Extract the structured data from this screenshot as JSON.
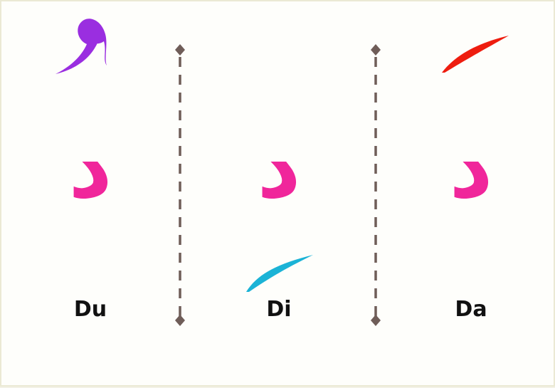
{
  "colors": {
    "background": "#fefefb",
    "letter": "#f0269b",
    "damma": "#9a2ee0",
    "kasra": "#1bb3d6",
    "fatha": "#ee1d0f",
    "divider": "#6f5d58",
    "label": "#111111"
  },
  "columns": [
    {
      "letter": "د",
      "label": "Du",
      "harakat": "damma"
    },
    {
      "letter": "د",
      "label": "Di",
      "harakat": "kasra"
    },
    {
      "letter": "د",
      "label": "Da",
      "harakat": "fatha"
    }
  ]
}
